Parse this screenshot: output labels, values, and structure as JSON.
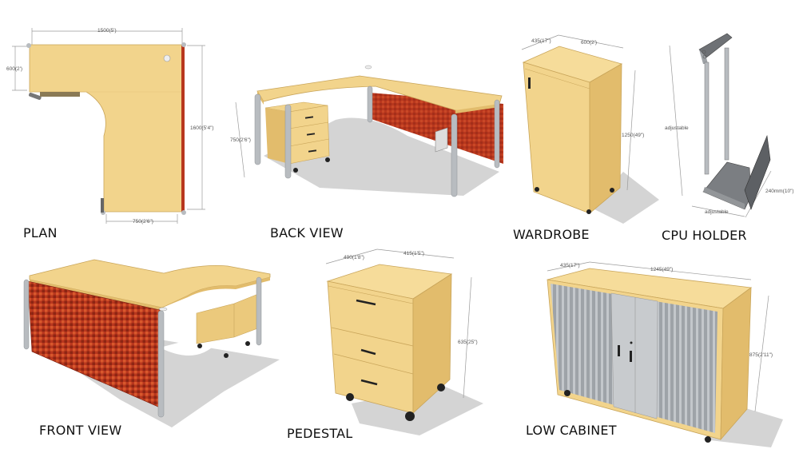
{
  "colors": {
    "wood": "#F2D48C",
    "wood_side": "#E2BC6C",
    "wood_edge": "#D9AE5C",
    "panel_red": "#B8371E",
    "metal": "#B8BCC0",
    "shadow": "#D4D4D4",
    "tambour": "#9EA3A8",
    "dim_line": "#9A9A9A"
  },
  "items": [
    {
      "id": "plan",
      "caption": "PLAN",
      "dimensions": {
        "width": "1500(5')",
        "depth": "600(2')",
        "length": "1600(5'4\")",
        "return_width": "750(2'6\")"
      }
    },
    {
      "id": "back_view",
      "caption": "BACK VIEW",
      "dimensions": {
        "height": "750(2'6\")"
      }
    },
    {
      "id": "wardrobe",
      "caption": "WARDROBE",
      "dimensions": {
        "depth": "435(17\")",
        "width": "600(2')",
        "height": "1250(49\")"
      }
    },
    {
      "id": "cpu_holder",
      "caption": "CPU HOLDER",
      "dimensions": {
        "height": "adjustable",
        "width": "adjustable",
        "depth": "240mm(10\")"
      }
    },
    {
      "id": "front_view",
      "caption": "FRONT VIEW",
      "dimensions": {}
    },
    {
      "id": "pedestal",
      "caption": "PEDESTAL",
      "dimensions": {
        "depth": "490(1'8\")",
        "width": "415(1'5\")",
        "height": "635(25\")"
      }
    },
    {
      "id": "low_cabinet",
      "caption": "LOW CABINET",
      "dimensions": {
        "depth": "435(17\")",
        "width": "1245(49\")",
        "height": "875(2'11\")"
      }
    }
  ]
}
